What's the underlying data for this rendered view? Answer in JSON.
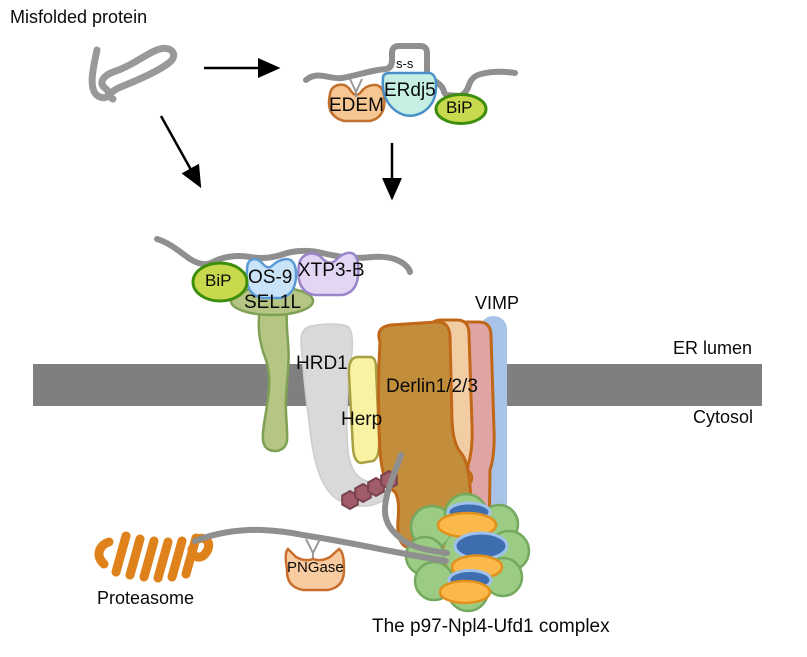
{
  "figure": {
    "labels": {
      "misfolded_protein": "Misfolded protein",
      "disulfide": "s-s",
      "edem": "EDEM",
      "erdj5": "ERdj5",
      "bip_luminal": "BiP",
      "bip_membrane": "BiP",
      "os9": "OS-9",
      "xtp3b": "XTP3-B",
      "sel1l": "SEL1L",
      "hrd1": "HRD1",
      "herp": "Herp",
      "derlin": "Derlin1/2/3",
      "vimp": "VIMP",
      "er_lumen": "ER lumen",
      "cytosol": "Cytosol",
      "pngase": "PNGase",
      "proteasome": "Proteasome",
      "p97_caption": "The p97-Npl4-Ufd1 complex"
    },
    "colors": {
      "membrane": "#7F7F7F",
      "strand": "#8F8F8F",
      "edem_fill": "#F6C693",
      "edem_stroke": "#C2702E",
      "erdj5_fill": "#C6EFE4",
      "erdj5_stroke": "#4A90C8",
      "bip_fill": "#C9D94E",
      "bip_stroke": "#3E8E0E",
      "os9_fill": "#C9E4F8",
      "os9_stroke": "#5B9BD5",
      "xtp3b_fill": "#E3D6F5",
      "xtp3b_stroke": "#9B85C9",
      "sel1l_fill": "#B5C583",
      "sel1l_stroke": "#7FA153",
      "hrd1_fill": "#D9D9D9",
      "herp_fill": "#F8F3A3",
      "herp_stroke": "#A9A043",
      "derlin_front_fill": "#C28E3C",
      "derlin_mid_fill": "#F2CDA4",
      "derlin_back_fill": "#DFA5A5",
      "derlin_stroke": "#C06818",
      "vimp_fill": "#A8C3E7",
      "ubiquitin_fill": "#A05C68",
      "ubiquitin_stroke": "#7A4350",
      "p97_green_fill": "#9CCB84",
      "p97_green_stroke": "#74A95F",
      "p97_orange_fill": "#FBB94C",
      "p97_orange_stroke": "#E2901C",
      "p97_blue_fill": "#3E6EB0",
      "p97_blue_stroke": "#9FC2EC",
      "proteasome": "#E0821B",
      "arrow": "#000000",
      "text": "#0A0A0A"
    }
  }
}
